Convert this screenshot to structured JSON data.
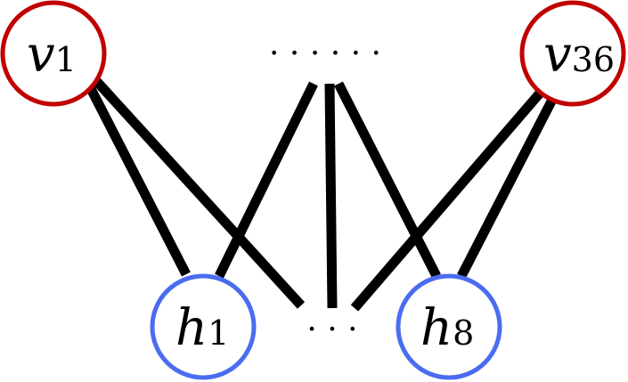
{
  "colors": {
    "visible": "#c00000",
    "hidden": "#4a6cf0",
    "edge": "#000000"
  },
  "visible_nodes": {
    "first": {
      "base": "v",
      "sub": "1"
    },
    "last": {
      "base": "v",
      "sub": "36"
    }
  },
  "hidden_nodes": {
    "first": {
      "base": "h",
      "sub": "1"
    },
    "last": {
      "base": "h",
      "sub": "8"
    }
  },
  "ellipsis_top": "· · · · · ·",
  "ellipsis_bottom": "· · ·"
}
